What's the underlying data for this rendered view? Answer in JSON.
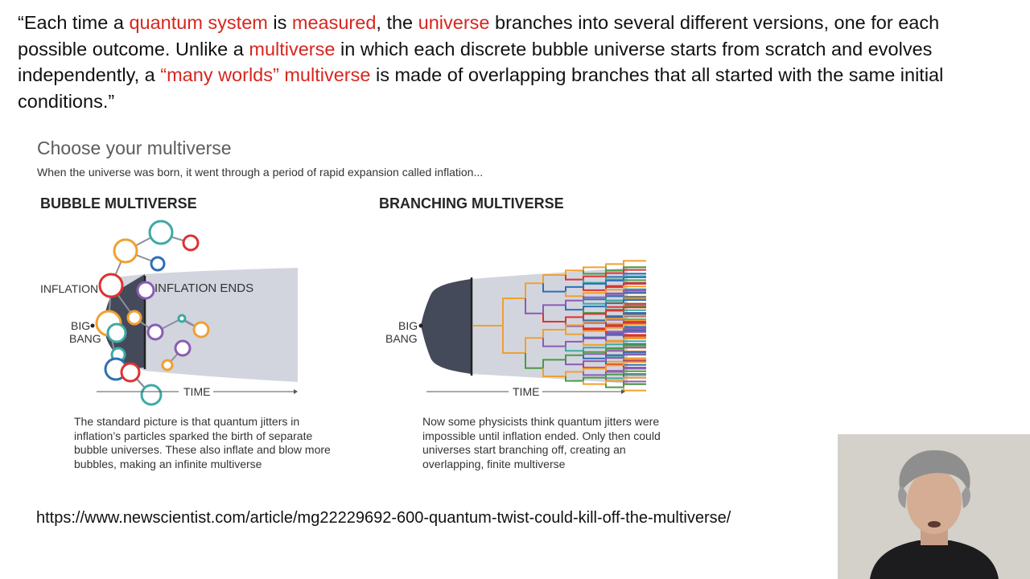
{
  "quote": {
    "p1": "“Each time a ",
    "h1": "quantum system",
    "p2": " is ",
    "h2": "measured",
    "p3": ", the ",
    "h3": "universe",
    "p4": " branches into several different versions, one for each possible outcome. Unlike a ",
    "h4": "multiverse",
    "p5": " in which each discrete bubble universe starts from scratch and evolves independently, a ",
    "h5": "“many worlds” multiverse",
    "p6": " is made of overlapping branches that all started with the same initial conditions.”",
    "highlight_color": "#d7261e"
  },
  "figure": {
    "title": "Choose your multiverse",
    "subtitle": "When the universe was born, it went through a period of rapid expansion called inflation...",
    "bubble": {
      "heading": "BUBBLE MULTIVERSE",
      "inflation": "INFLATION",
      "inflation_ends": "INFLATION ENDS",
      "big": "BIG",
      "bang": "BANG",
      "time": "TIME",
      "caption": "The standard picture is that quantum jitters in inflation’s particles sparked the birth of separate bubble universes. These also inflate and blow more bubbles, making an infinite multiverse"
    },
    "branching": {
      "heading": "BRANCHING MULTIVERSE",
      "big": "BIG",
      "bang": "BANG",
      "time": "TIME",
      "caption": "Now some physicists think quantum jitters were impossible until inflation ended. Only then could universes start branching off, creating an overlapping, finite multiverse"
    },
    "colors": {
      "red": "#e0312f",
      "orange": "#f0a030",
      "teal": "#3fa9a5",
      "blue": "#2f6fb3",
      "purple": "#8a5cb4",
      "green": "#4a9a48",
      "dark": "#444a59",
      "band": "#d2d5de"
    }
  },
  "source_url": "https://www.newscientist.com/article/mg22229692-600-quantum-twist-could-kill-off-the-multiverse/"
}
